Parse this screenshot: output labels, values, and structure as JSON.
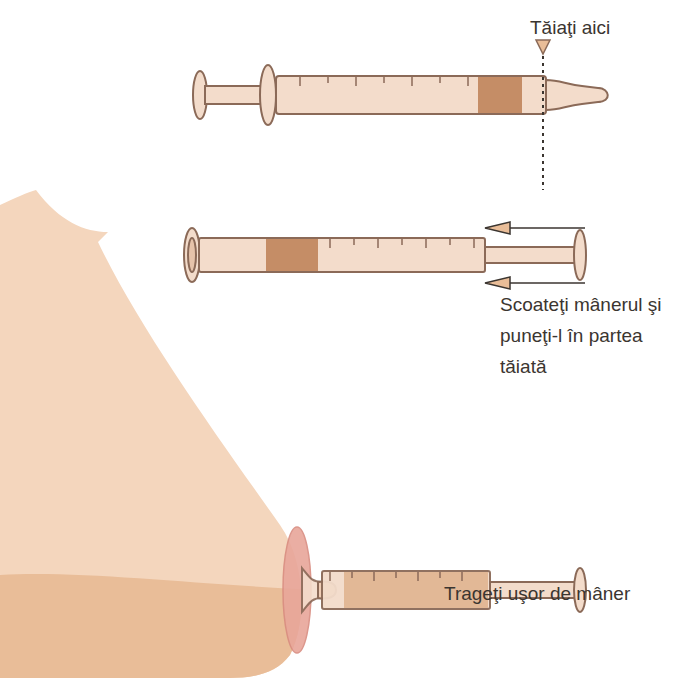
{
  "diagram": {
    "labels": [
      "Tăiaţi aici",
      "Scoateţi mânerul şi puneţi-l în partea tăiată",
      "Trageţi uşor de mâner"
    ]
  }
}
